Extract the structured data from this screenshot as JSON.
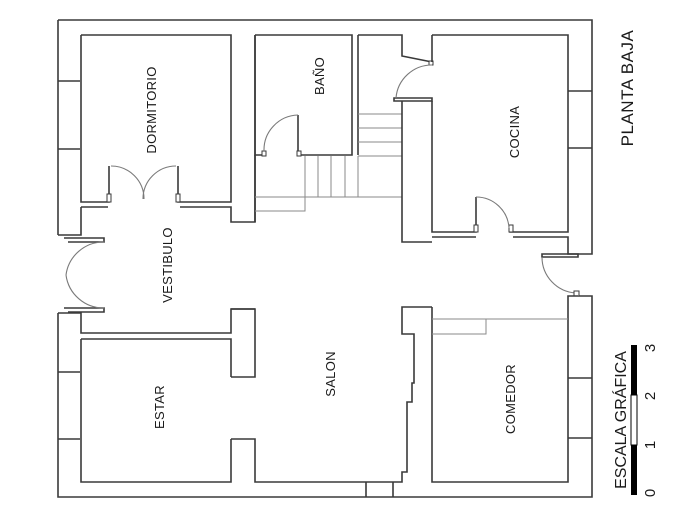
{
  "plan": {
    "title": "PLANTA BAJA",
    "rooms": {
      "dormitorio": "DORMITORIO",
      "bano": "BAÑO",
      "cocina": "COCINA",
      "vestibulo": "VESTIBULO",
      "estar": "ESTAR",
      "salon": "SALON",
      "comedor": "COMEDOR"
    },
    "scale": {
      "label": "ESCALA GRÁFICA",
      "ticks": [
        "0",
        "1",
        "2",
        "3"
      ],
      "colors": {
        "dark": "#000000",
        "light": "#ffffff"
      }
    },
    "colors": {
      "wall": "#3a3a3a",
      "stair": "#8a8a8a",
      "door_swing": "#7a7a7a"
    }
  }
}
